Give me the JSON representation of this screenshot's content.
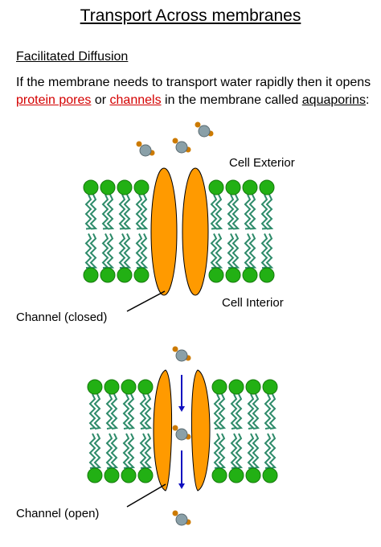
{
  "title": "Transport Across membranes",
  "section": "Facilitated Diffusion",
  "paragraph": {
    "part1": "If the membrane needs to transport water rapidly then it opens ",
    "link1": "protein pores",
    "part2": " or ",
    "link2": "channels",
    "part3": " in the membrane called ",
    "term": "aquaporins",
    "part4": ":"
  },
  "labels": {
    "exterior": "Cell Exterior",
    "interior": "Cell Interior",
    "closed": "Channel (closed)",
    "open": "Channel (open)"
  },
  "colors": {
    "head": "#22b014",
    "tail": "#2e8b6a",
    "protein": "#ff9a00",
    "oxygen": "#8aa0a8",
    "hydrogen": "#cc7a00",
    "arrow": "#1010c0"
  }
}
